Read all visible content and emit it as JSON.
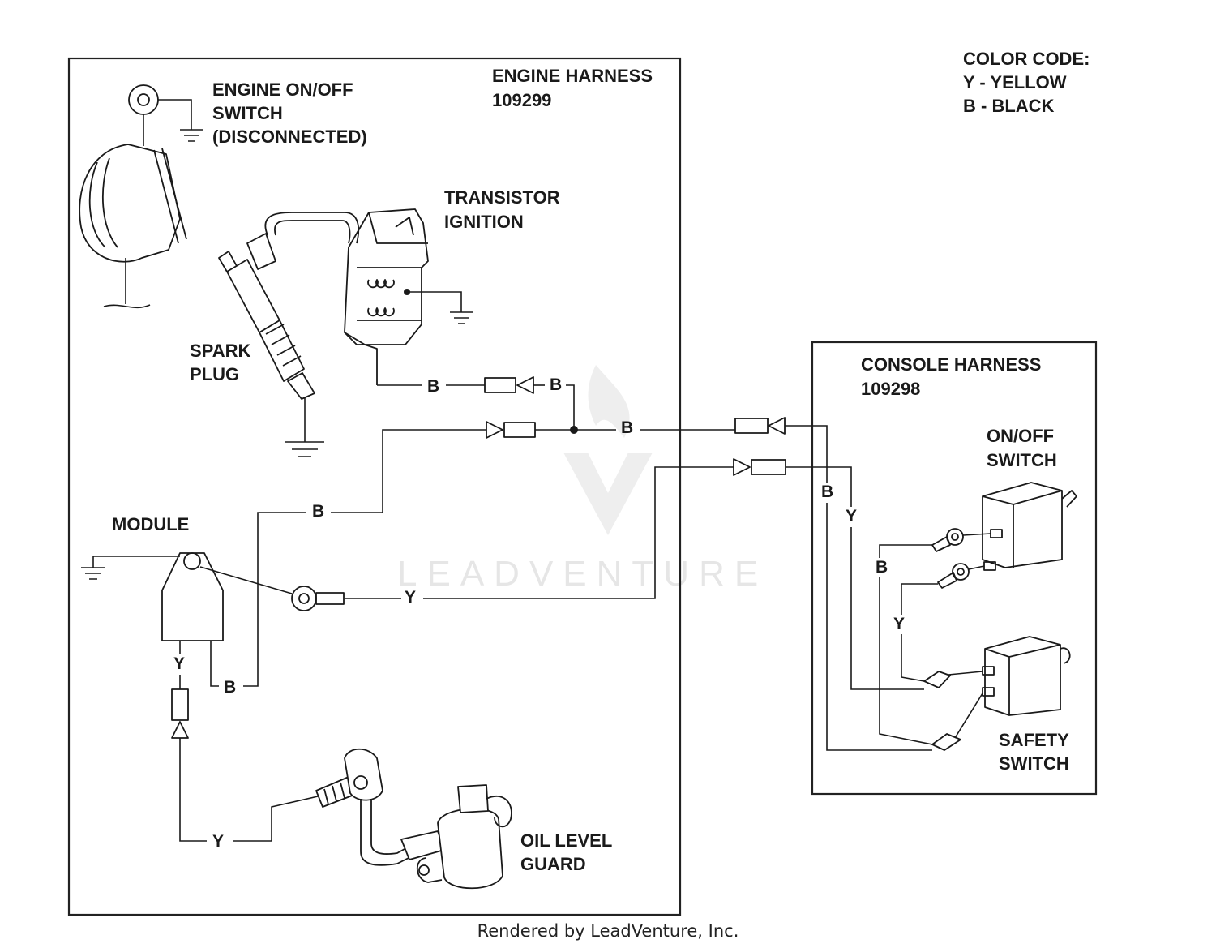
{
  "diagram": {
    "engine_harness": {
      "title": "ENGINE HARNESS",
      "number": "109299"
    },
    "console_harness": {
      "title": "CONSOLE HARNESS",
      "number": "109298"
    },
    "color_code": {
      "title": "COLOR CODE:",
      "yellow": "Y - YELLOW",
      "black": "B - BLACK"
    },
    "components": {
      "engine_switch": [
        "ENGINE ON/OFF",
        "SWITCH",
        "(DISCONNECTED)"
      ],
      "transistor_ignition": [
        "TRANSISTOR",
        "IGNITION"
      ],
      "spark_plug": [
        "SPARK",
        "PLUG"
      ],
      "module": "MODULE",
      "oil_level_guard": [
        "OIL LEVEL",
        "GUARD"
      ],
      "onoff_switch": [
        "ON/OFF",
        "SWITCH"
      ],
      "safety_switch": [
        "SAFETY",
        "SWITCH"
      ]
    },
    "wire_labels": {
      "ign_b": "B",
      "ign_b2": "B",
      "junction_b": "B",
      "module_b_upper": "B",
      "module_b_lower": "B",
      "module_y_horizontal": "Y",
      "module_y_vertical": "Y",
      "oil_y": "Y",
      "console_b_left": "B",
      "console_y_left": "Y",
      "console_b_inner": "B",
      "console_y_inner": "Y"
    },
    "watermark": "LEADVENTURE"
  },
  "footer": "Rendered by LeadVenture, Inc."
}
